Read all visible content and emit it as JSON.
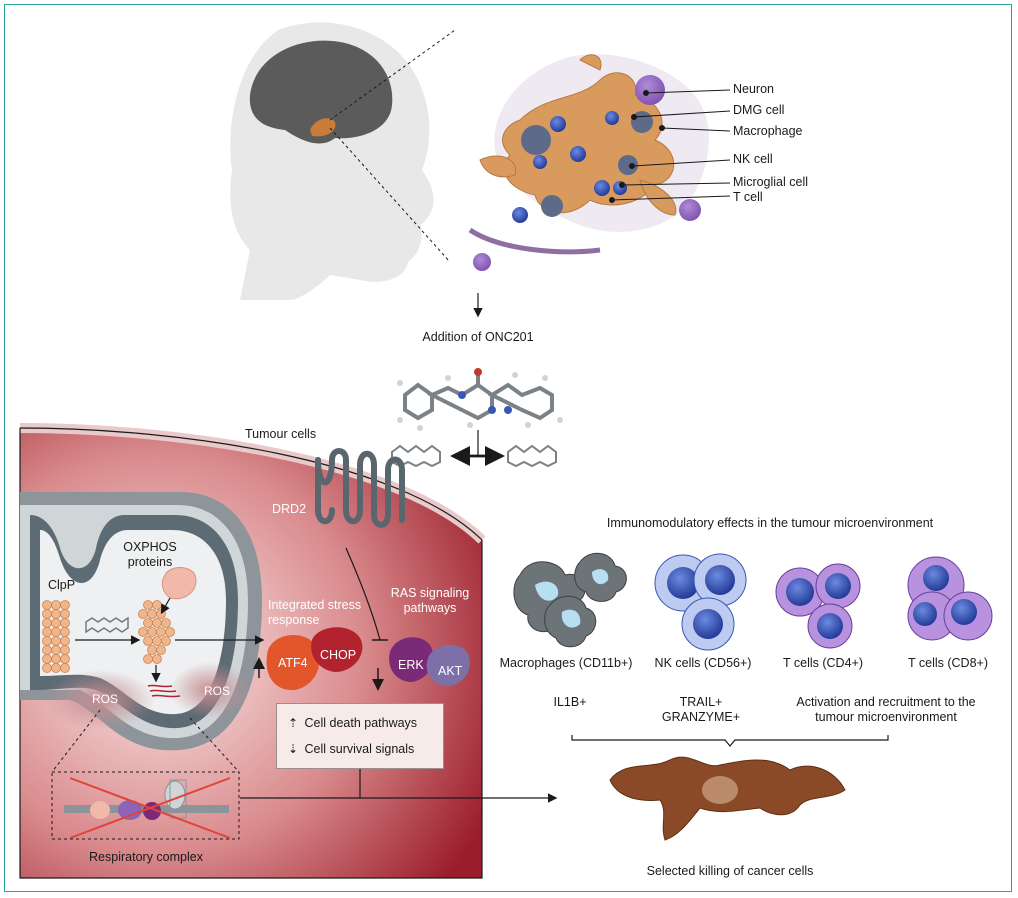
{
  "brain_panel": {
    "cell_labels": [
      "Neuron",
      "DMG cell",
      "Macrophage",
      "NK cell",
      "Microglial cell",
      "T cell"
    ]
  },
  "drug": {
    "step_label": "Addition of ONC201"
  },
  "tumour": {
    "title": "Tumour cells",
    "receptor": "DRD2",
    "protease": "ClpP",
    "oxphos": "OXPHOS proteins",
    "ros": "ROS",
    "isr": "Integrated stress response",
    "atf4": "ATF4",
    "chop": "CHOP",
    "ras": "RAS signaling pathways",
    "erk": "ERK",
    "akt": "AKT",
    "legend": {
      "up": "Cell death pathways",
      "down": "Cell survival signals"
    },
    "complex": "Respiratory complex"
  },
  "immune": {
    "title": "Immunomodulatory effects in the tumour microenvironment",
    "cells": [
      {
        "name": "Macrophages (CD11b+)",
        "effect": "IL1B+"
      },
      {
        "name": "NK cells (CD56+)",
        "effect": "TRAIL+ GRANZYME+"
      },
      {
        "name": "T cells (CD4+)",
        "effect": "Activation and recruitment to the tumour microenvironment"
      },
      {
        "name": "T cells (CD8+)",
        "effect": ""
      }
    ],
    "outcome": "Selected killing of cancer cells"
  },
  "colors": {
    "frame": "#2aa79b",
    "tumour_red": "#a3202e",
    "dmg_orange": "#d99a5e",
    "nk_blue": "#3a57b5",
    "t_cell_purple": "#8c63b8",
    "atf4": "#e3552b",
    "chop": "#b3222f",
    "erk": "#7b2a77",
    "akt": "#7d6fa7"
  }
}
